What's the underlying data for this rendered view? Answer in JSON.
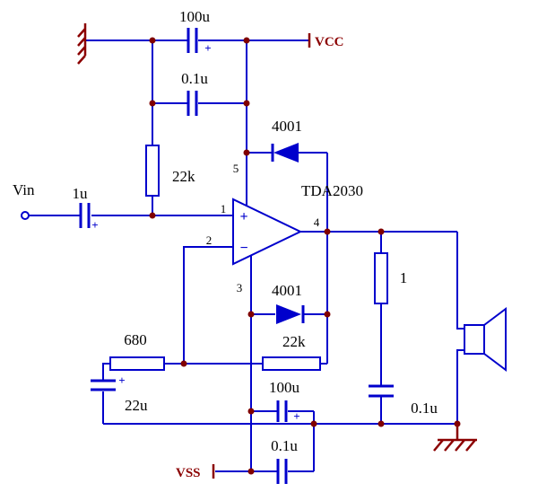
{
  "colors": {
    "wire": "#0000cc",
    "junction": "#800000",
    "power": "#8b0000",
    "text": "#000000",
    "background": "#ffffff"
  },
  "power": {
    "vcc_label": "VCC",
    "vss_label": "VSS"
  },
  "input": {
    "label": "Vin"
  },
  "opamp": {
    "name": "TDA2030",
    "noninverting_sign": "+",
    "inverting_sign": "−",
    "pins": {
      "in_plus": "1",
      "in_minus": "2",
      "v_minus": "3",
      "out": "4",
      "v_plus": "5"
    }
  },
  "components": {
    "cap_vcc_bulk": {
      "value": "100u",
      "polarity_mark": "+"
    },
    "cap_vcc_hf": {
      "value": "0.1u"
    },
    "res_bias": {
      "value": "22k"
    },
    "cap_input": {
      "value": "1u",
      "polarity_mark": "+"
    },
    "diode_vcc": {
      "value": "4001"
    },
    "diode_vss": {
      "value": "4001"
    },
    "res_feedback": {
      "value": "22k"
    },
    "res_gain": {
      "value": "680"
    },
    "cap_gain": {
      "value": "22u",
      "polarity_mark": "+"
    },
    "cap_vss_bulk": {
      "value": "100u",
      "polarity_mark": "+"
    },
    "cap_vss_hf": {
      "value": "0.1u"
    },
    "res_zobel": {
      "value": "1"
    },
    "cap_zobel": {
      "value": "0.1u"
    }
  }
}
